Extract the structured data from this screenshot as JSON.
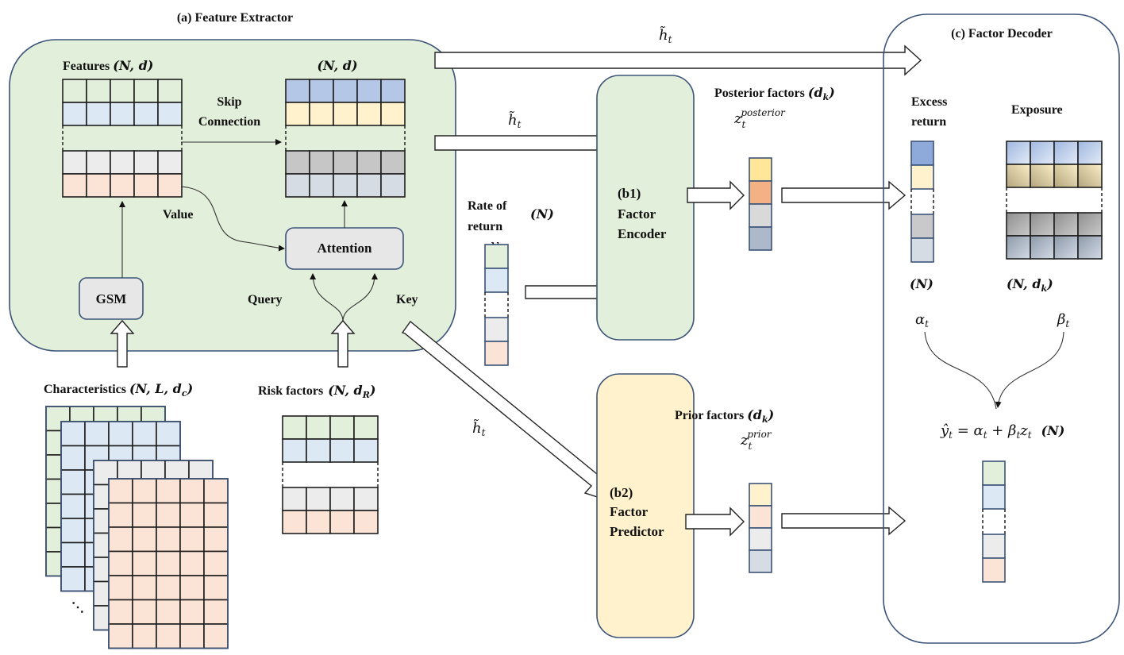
{
  "colors": {
    "green": "#e2efda",
    "blue": "#dde8f5",
    "gray": "#ececec",
    "peach": "#fbe4d6",
    "blue_strong": "#b4c7e7",
    "yellow_light": "#fff2cc",
    "gray_dark": "#c6c6c6",
    "slate": "#d6dce4",
    "yellow_strong": "#ffe699",
    "orange": "#f4b183",
    "light_gray": "#d9d9d9",
    "slate_dark": "#adb9ca",
    "panel_green": "#e2efda",
    "panel_yellow": "#fff2cc",
    "box_gray": "#e7e7e7",
    "border": "#3b5378"
  },
  "feature_extractor": {
    "title": "(a) Feature Extractor",
    "features_label": "Features",
    "features_shape": "(N, d)",
    "output_shape": "(N, d)",
    "skip_connection_line1": "Skip",
    "skip_connection_line2": "Connection",
    "value_label": "Value",
    "attention_label": "Attention",
    "gsm_label": "GSM",
    "query_label": "Query",
    "key_label": "Key"
  },
  "inputs": {
    "characteristics_label": "Characteristics",
    "characteristics_shape": "(N, L, d",
    "characteristics_sub": "c",
    "risk_factors_label": "Risk factors",
    "risk_factors_shape": "(N, d",
    "risk_factors_sub": "R",
    "ellipsis": "⋱"
  },
  "flows": {
    "h_tilde_top": "h̃",
    "h_tilde_mid": "h̃",
    "h_tilde_diag": "h̃",
    "sub_t": "t"
  },
  "rate_of_return": {
    "line1": "Rate of",
    "line2": "return",
    "shape": "(N)",
    "symbol": "y",
    "sub": "t"
  },
  "factor_encoder": {
    "tag": "(b1)",
    "line1": "Factor",
    "line2": "Encoder"
  },
  "factor_predictor": {
    "tag": "(b2)",
    "line1": "Factor",
    "line2": "Predictor"
  },
  "posterior": {
    "label": "Posterior factors",
    "shape_open": "(d",
    "shape_sub": "k",
    "shape_close": ")",
    "symbol": "z",
    "sub": "t",
    "sup": "posterior"
  },
  "prior": {
    "label": "Prior factors",
    "shape_open": "(d",
    "shape_sub": "k",
    "shape_close": ")",
    "symbol": "z",
    "sub": "t",
    "sup": "prior"
  },
  "factor_decoder": {
    "title": "(c) Factor Decoder",
    "excess_line1": "Excess",
    "excess_line2": "return",
    "exposure_label": "Exposure",
    "excess_shape": "(N)",
    "exposure_shape_open": "(N, d",
    "exposure_shape_sub": "k",
    "exposure_shape_close": ")",
    "alpha": "α",
    "beta": "β",
    "sub_t": "t",
    "equation": "ŷ",
    "equation_rest": " = α",
    "equation_plus": " + β",
    "equation_z": "z",
    "equation_shape": "(N)"
  }
}
